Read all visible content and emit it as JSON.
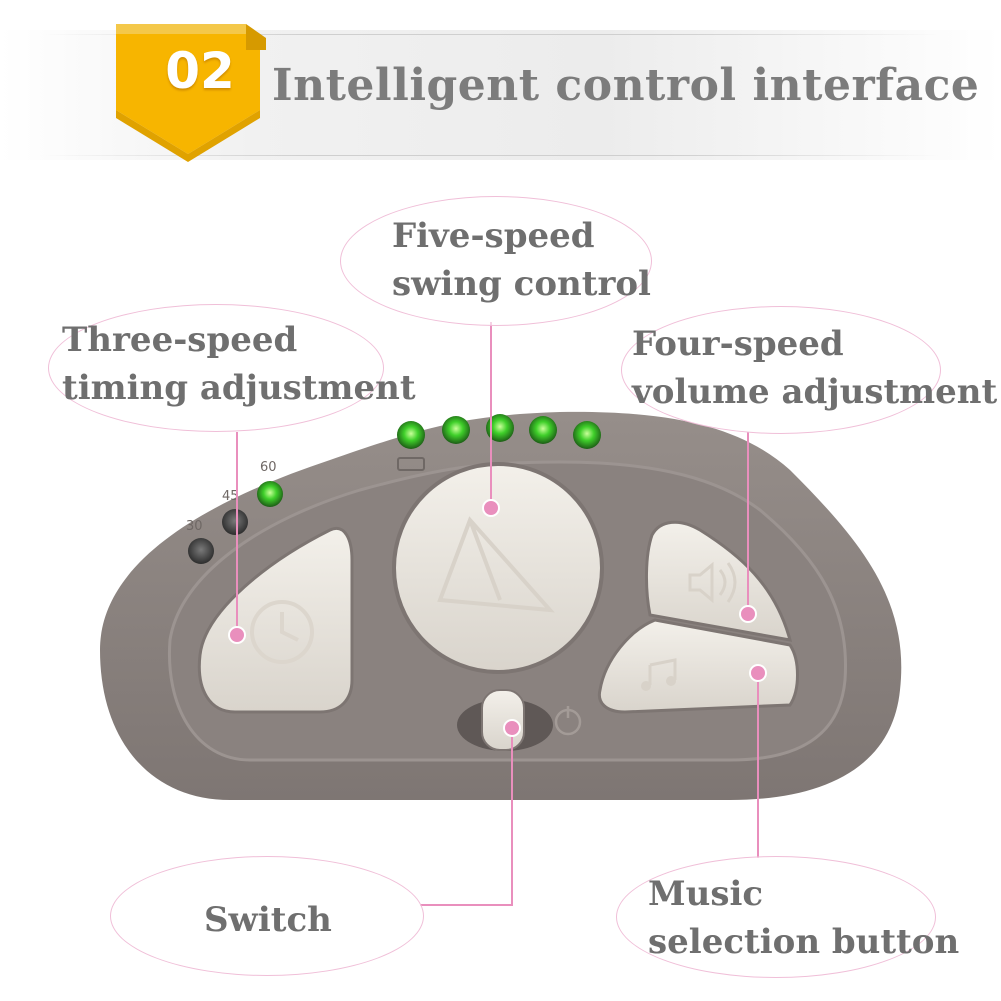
{
  "header": {
    "badge_number": "02",
    "title": "Intelligent control interface"
  },
  "callouts": {
    "swing": {
      "line1": "Five-speed",
      "line2": "swing control"
    },
    "timing": {
      "line1": "Three-speed",
      "line2": "timing adjustment"
    },
    "volume": {
      "line1": "Four-speed",
      "line2": "volume adjustment"
    },
    "switch": {
      "line1": "Switch"
    },
    "music": {
      "line1": "Music",
      "line2": "selection button"
    }
  },
  "device": {
    "timer_marks": [
      "30",
      "45",
      "60"
    ]
  },
  "colors": {
    "badge": "#f7b500",
    "panel": "#8d8582",
    "button": "#ece8e1",
    "led_on": "#3fcf2a",
    "callout_pink": "#e98fbd",
    "title_gray": "#7c7c7c"
  }
}
